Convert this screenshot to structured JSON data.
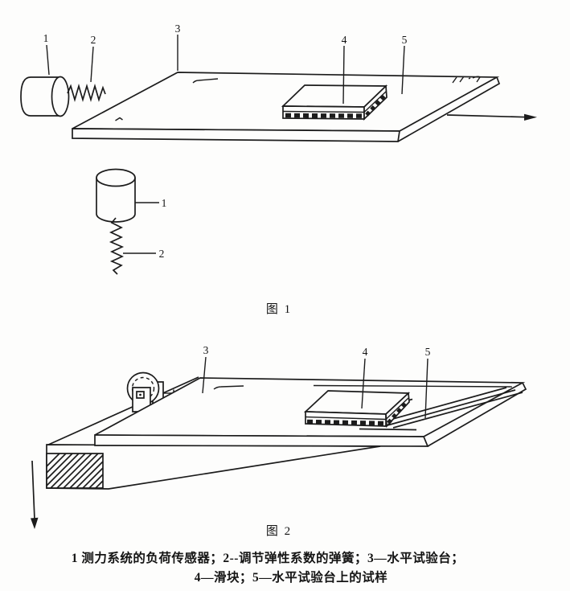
{
  "figure1": {
    "caption": "图 1",
    "labels": {
      "n1": "1",
      "n2": "2",
      "n3": "3",
      "n4": "4",
      "n5": "5"
    },
    "inset_labels": {
      "n1": "1",
      "n2": "2"
    }
  },
  "figure2": {
    "caption": "图 2",
    "labels": {
      "n3": "3",
      "n4": "4",
      "n5": "5"
    }
  },
  "legend": {
    "line1": "1  测力系统的负荷传感器；2--调节弹性系数的弹簧；3—水平试验台；",
    "line2": "4—滑块；5—水平试验台上的试样"
  },
  "colors": {
    "ink": "#1c1c1c",
    "paper": "#fdfdfc"
  }
}
